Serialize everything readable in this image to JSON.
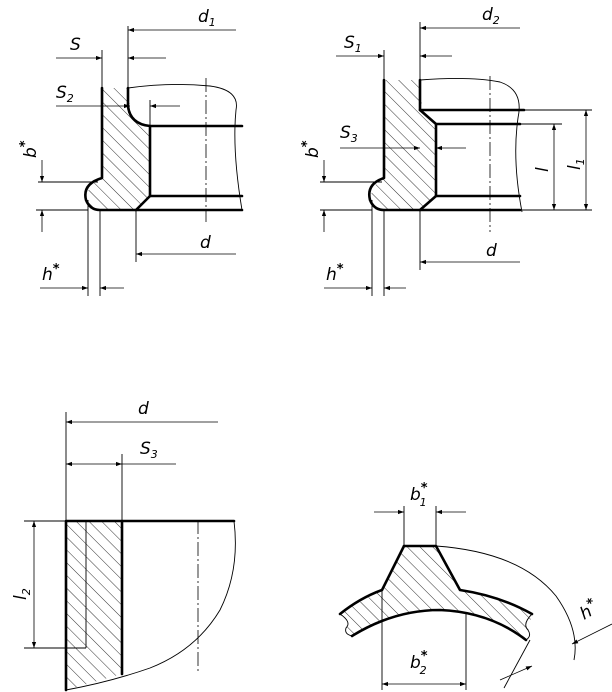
{
  "labels": {
    "d1_main": "d",
    "d1_sub": "1",
    "s_main": "S",
    "s2_main": "S",
    "s2_sub": "2",
    "b_star_main": "b",
    "b_star_mark": "*",
    "d_main": "d",
    "h_star_main": "h",
    "h_star_mark": "*",
    "d2_main": "d",
    "d2_sub": "2",
    "s1_main": "S",
    "s1_sub": "1",
    "s3_main": "S",
    "s3_sub": "3",
    "l_main": "l",
    "l1_main": "l",
    "l1_sub": "1",
    "l2_main": "l",
    "l2_sub": "2",
    "b1_main": "b",
    "b1_sub": "1",
    "b2_main": "b",
    "b2_sub": "2"
  },
  "colors": {
    "line": "#000000",
    "background": "#ffffff"
  }
}
